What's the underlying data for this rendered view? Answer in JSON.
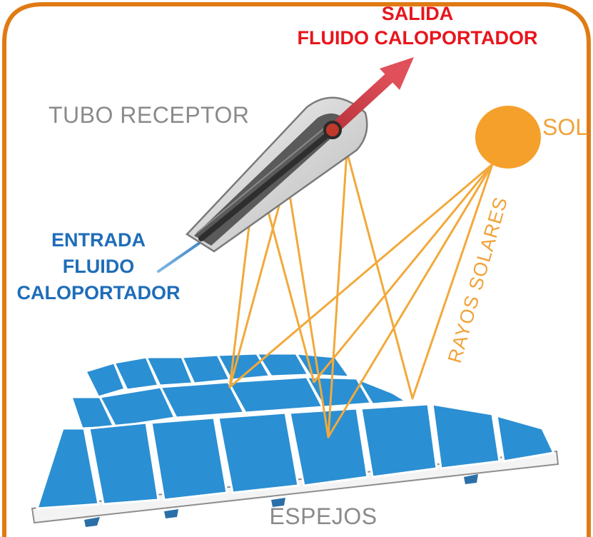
{
  "labels": {
    "outlet_line1": "SALIDA",
    "outlet_line2": "FLUIDO CALOPORTADOR",
    "receiver": "TUBO RECEPTOR",
    "sun": "SOL",
    "inlet_line1": "ENTRADA",
    "inlet_line2": "FLUIDO",
    "inlet_line3": "CALOPORTADOR",
    "rays": "RAYOS SOLARES",
    "mirrors": "ESPEJOS"
  },
  "colors": {
    "outlet_text": "#e8151c",
    "inlet_text": "#1f6db8",
    "label_grey": "#8a8a8a",
    "sun": "#f5a02a",
    "rays": "#f2a93b",
    "mirror_blue": "#2b8fd3",
    "frame_border": "#e07b14",
    "outlet_arrow": "#d23a46"
  }
}
